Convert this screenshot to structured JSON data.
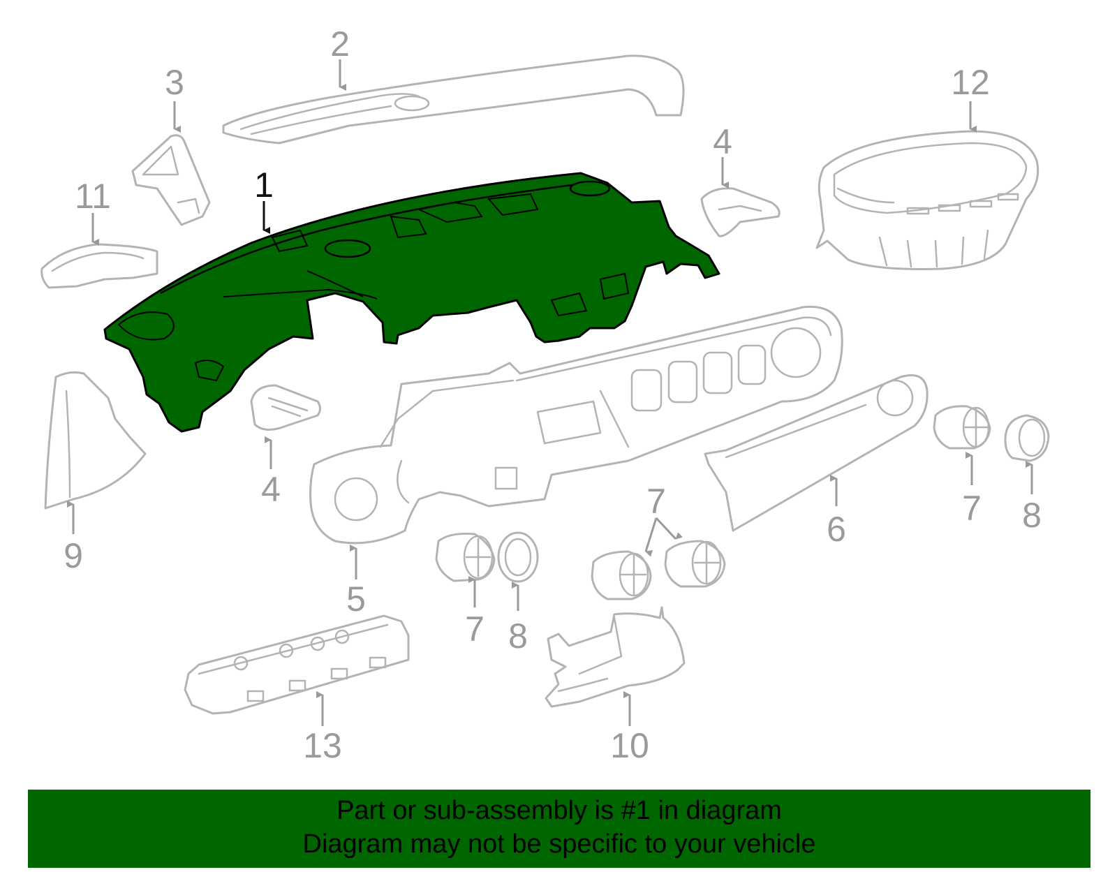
{
  "diagram": {
    "highlight_color": "#006600",
    "line_color": "#b3b3b3",
    "label_color": "#9a9a9a",
    "selected_part": "1",
    "callouts": [
      {
        "id": "c1",
        "label": "1"
      },
      {
        "id": "c2",
        "label": "2"
      },
      {
        "id": "c3",
        "label": "3"
      },
      {
        "id": "c4a",
        "label": "4"
      },
      {
        "id": "c4b",
        "label": "4"
      },
      {
        "id": "c5",
        "label": "5"
      },
      {
        "id": "c6",
        "label": "6"
      },
      {
        "id": "c7a",
        "label": "7"
      },
      {
        "id": "c7b",
        "label": "7"
      },
      {
        "id": "c7c",
        "label": "7"
      },
      {
        "id": "c8a",
        "label": "8"
      },
      {
        "id": "c8b",
        "label": "8"
      },
      {
        "id": "c9",
        "label": "9"
      },
      {
        "id": "c10",
        "label": "10"
      },
      {
        "id": "c11",
        "label": "11"
      },
      {
        "id": "c12",
        "label": "12"
      },
      {
        "id": "c13",
        "label": "13"
      }
    ]
  },
  "banner": {
    "line1": "Part or sub-assembly is #1 in diagram",
    "line2": "Diagram may not be specific to your vehicle"
  }
}
